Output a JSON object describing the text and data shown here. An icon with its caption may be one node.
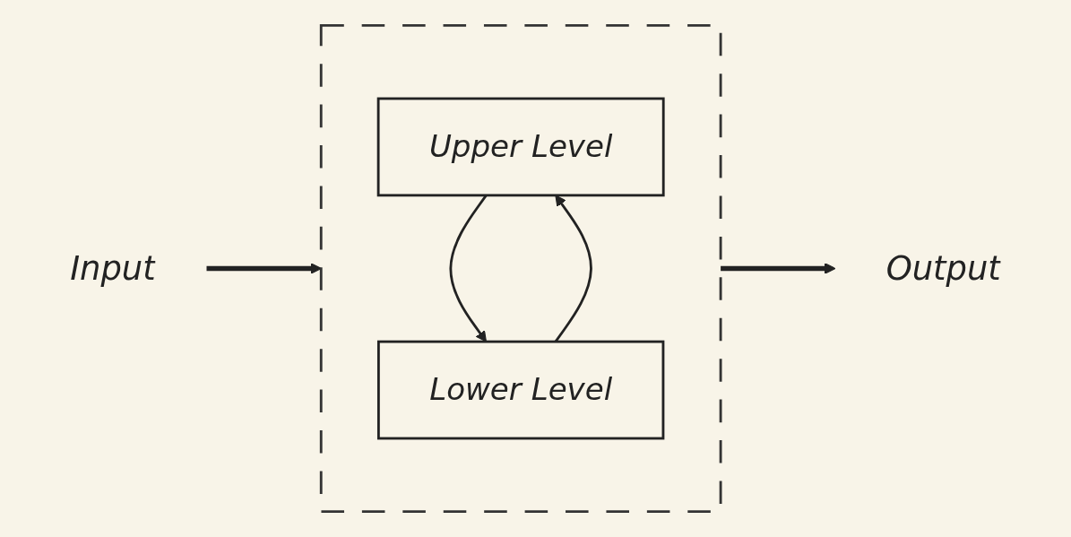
{
  "diagram": {
    "nodes": [
      {
        "text": [
          "Input"
        ]
      },
      {
        "text": [],
        "shape": "box"
      },
      {
        "text": [
          "Upper Level"
        ],
        "in": 1
      },
      {
        "text": [
          "Lower Level"
        ],
        "in": 1
      },
      {
        "text": [
          "Output"
        ]
      }
    ],
    "edges": [
      {
        "from": 0,
        "to": 1,
        "arrow": "to",
        "style": "thick"
      },
      {
        "from": 2,
        "to": 3,
        "arrow": "to"
      },
      {
        "from": 3,
        "to": 2,
        "arrow": "to"
      },
      {
        "from": 1,
        "to": 4,
        "arrow": "to",
        "style": "thick"
      }
    ]
  }
}
